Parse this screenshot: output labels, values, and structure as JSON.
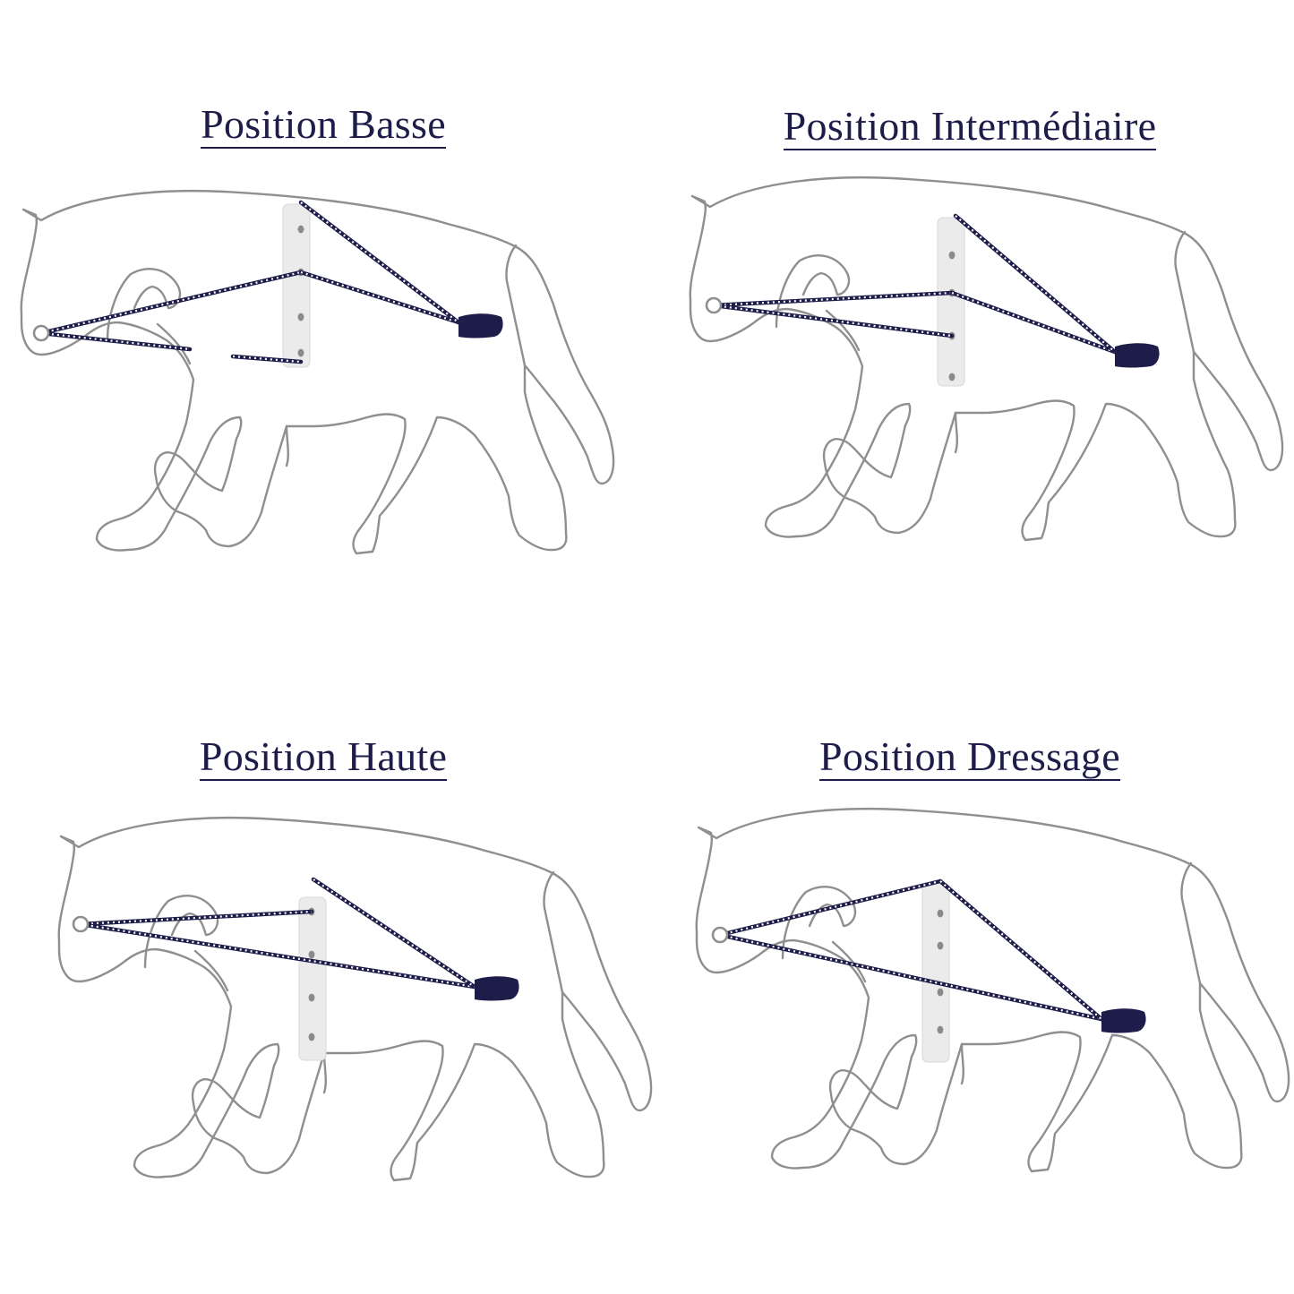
{
  "panels": [
    {
      "id": "basse",
      "title": "Position Basse"
    },
    {
      "id": "intermediaire",
      "title": "Position Intermédiaire"
    },
    {
      "id": "haute",
      "title": "Position Haute"
    },
    {
      "id": "dressage",
      "title": "Position Dressage"
    }
  ],
  "colors": {
    "title": "#1e1d4a",
    "rope": "#1e1d4a",
    "outline": "#8f8f8f",
    "surcingle": "#ecebec"
  }
}
